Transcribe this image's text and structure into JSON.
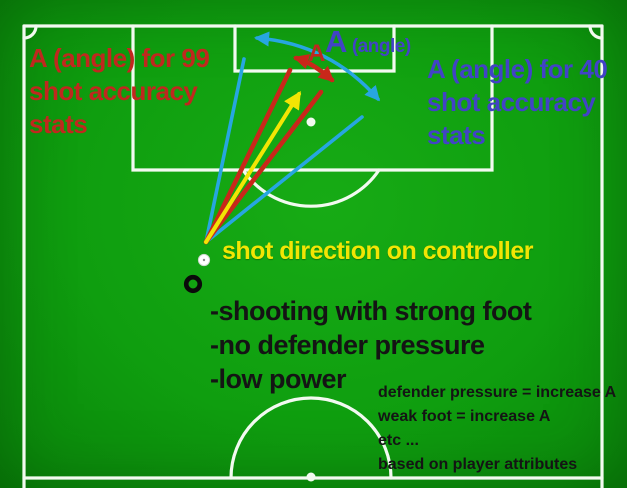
{
  "colors": {
    "field-green": "#0f9e0f",
    "field-green-light": "#17ab15",
    "field-green-dark": "#0a830a",
    "line-white": "#f2faf0",
    "red": "#c0281e",
    "red-line": "#c9271a",
    "blue": "#4243c6",
    "cyan": "#27a6e0",
    "yellow": "#f2e504",
    "black": "#141414"
  },
  "annotations": {
    "red_block": [
      "A (angle) for 99",
      "shot accuracy",
      "stats"
    ],
    "blue_block": [
      "A (angle) for 40",
      "shot accuracy",
      "stats"
    ],
    "blue_angle_big": "A",
    "blue_angle_small": "(angle)",
    "red_angle": "A",
    "shot_direction": "shot direction on controller",
    "conditions": [
      "-shooting with strong foot",
      "-no defender pressure",
      "-low power"
    ],
    "notes": [
      "defender pressure = increase A",
      "weak foot = increase A",
      "etc ...",
      "based on player attributes"
    ]
  }
}
